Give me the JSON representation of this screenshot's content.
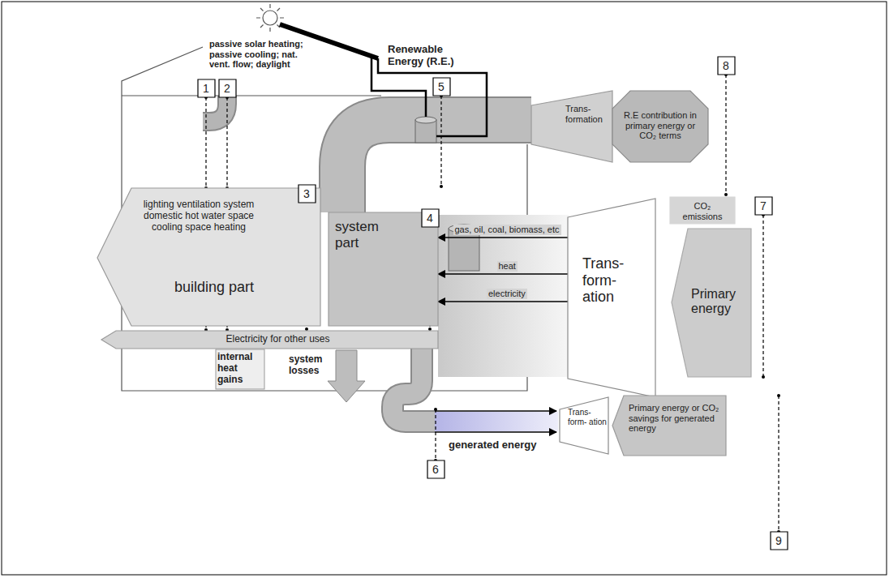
{
  "diagram": {
    "nodes": [
      {
        "text": [
          "lighting ventilation system domestic hot water space cooling space heating",
          "building part"
        ]
      },
      {
        "text": [
          "system part"
        ]
      },
      {
        "text": [
          "Trans- formation"
        ]
      },
      {
        "text": [
          "R.E contribution in primary energy or CO₂ terms"
        ]
      },
      {
        "text": [
          "CO₂ emissions"
        ]
      },
      {
        "text": [
          "Trans- form- ation"
        ]
      },
      {
        "text": [
          "Primary energy"
        ]
      },
      {
        "text": [
          "Electricity for other uses"
        ]
      },
      {
        "text": [
          "Trans- form- ation"
        ]
      },
      {
        "text": [
          "Primary energy or CO₂ savings for generated energy"
        ]
      },
      {
        "text": [
          "1"
        ]
      },
      {
        "text": [
          "2"
        ]
      },
      {
        "text": [
          "3"
        ]
      },
      {
        "text": [
          "4"
        ]
      },
      {
        "text": [
          "5"
        ]
      },
      {
        "text": [
          "6"
        ]
      },
      {
        "text": [
          "7"
        ]
      },
      {
        "text": [
          "8"
        ]
      },
      {
        "text": [
          "9"
        ]
      }
    ],
    "edges": [
      {
        "from": 5,
        "to": 1,
        "label": "gas, oil, coal, biomass, etc",
        "arrow": "to"
      },
      {
        "from": 5,
        "to": 1,
        "label": "heat",
        "arrow": "to"
      },
      {
        "from": 5,
        "to": 1,
        "label": "electricity",
        "arrow": "to"
      }
    ],
    "labels": [
      "passive solar heating; passive cooling; nat. vent. flow; daylight",
      "Renewable Energy (R.E.)",
      "internal heat gains",
      "system losses",
      "generated energy"
    ]
  }
}
